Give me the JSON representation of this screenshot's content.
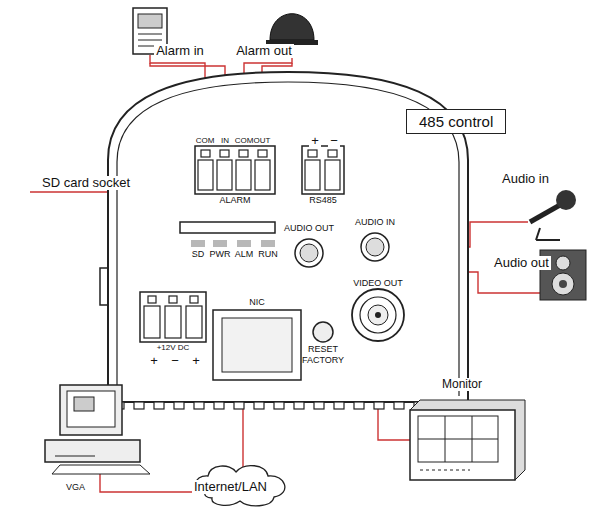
{
  "diagram": {
    "nodes": [
      {
        "text": [
          "485 control"
        ]
      }
    ],
    "labels": [
      "Alarm in",
      "Alarm out",
      "SD card socket",
      "Audio in",
      "Audio out",
      "Monitor",
      "Internet/LAN",
      "VGA",
      "COM",
      "IN",
      "COM",
      "OUT",
      "ALARM",
      "+",
      "−",
      "RS485",
      "AUDIO OUT",
      "AUDIO IN",
      "VIDEO  OUT",
      "SD",
      "PWR",
      "ALM",
      "RUN",
      "NIC",
      "+12V DC",
      "+",
      "−",
      "+",
      "RESET",
      "FACTORY"
    ]
  }
}
